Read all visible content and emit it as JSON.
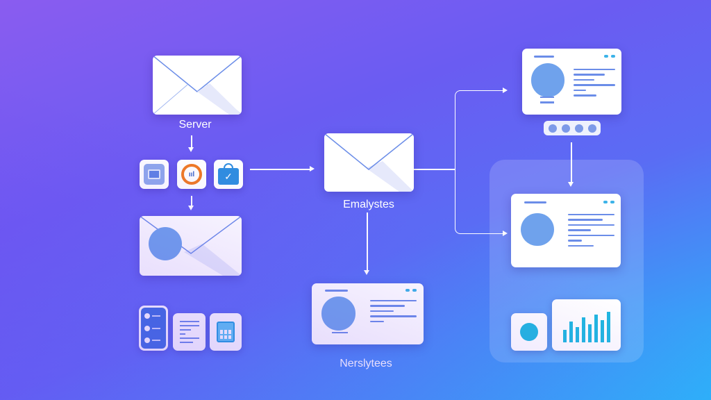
{
  "labels": {
    "server": "Server",
    "emalystes": "Emalystes",
    "nerslytees": "Nerslytees"
  },
  "colors": {
    "accent": "#6fa2ec",
    "line": "#6b8de8",
    "cyan": "#1fb8e0"
  },
  "icons": [
    "mail-app-icon",
    "analytics-app-icon",
    "shopping-bag-icon",
    "contact-list-icon",
    "document-icon",
    "calculator-icon"
  ]
}
